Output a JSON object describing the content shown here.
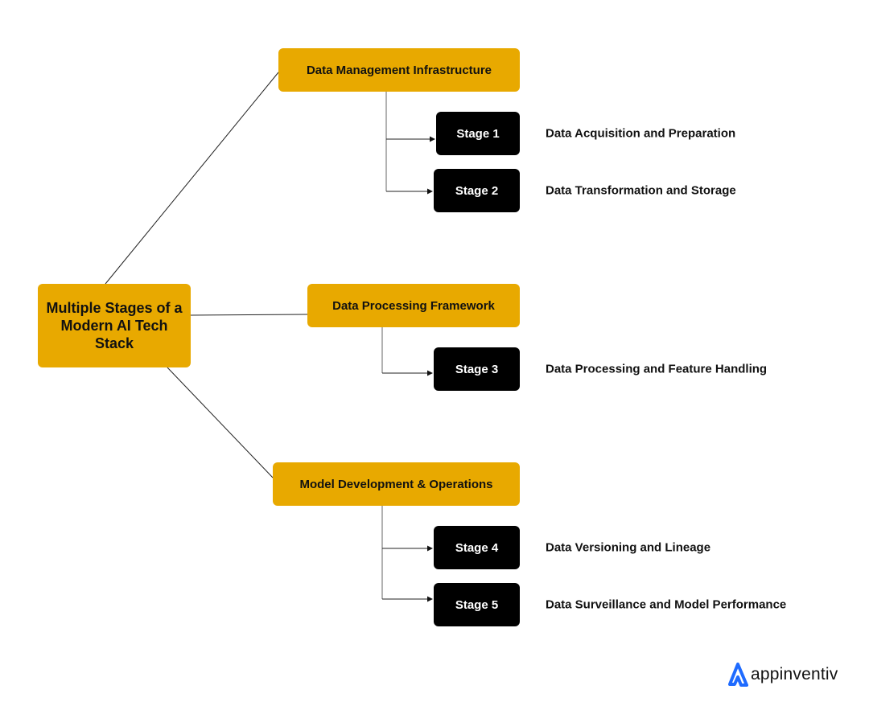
{
  "root": {
    "title": "Multiple Stages of a Modern AI Tech Stack"
  },
  "categories": [
    {
      "label": "Data Management Infrastructure"
    },
    {
      "label": "Data Processing Framework"
    },
    {
      "label": "Model Development & Operations"
    }
  ],
  "stages": [
    {
      "label": "Stage 1",
      "description": "Data Acquisition and Preparation"
    },
    {
      "label": "Stage 2",
      "description": "Data Transformation and Storage"
    },
    {
      "label": "Stage 3",
      "description": "Data Processing and Feature Handling"
    },
    {
      "label": "Stage 4",
      "description": "Data Versioning and Lineage"
    },
    {
      "label": "Stage 5",
      "description": "Data Surveillance and Model Performance"
    }
  ],
  "brand": {
    "name": "appinventiv",
    "accent": "#E8A900",
    "logo_color": "#1F6BFF"
  }
}
